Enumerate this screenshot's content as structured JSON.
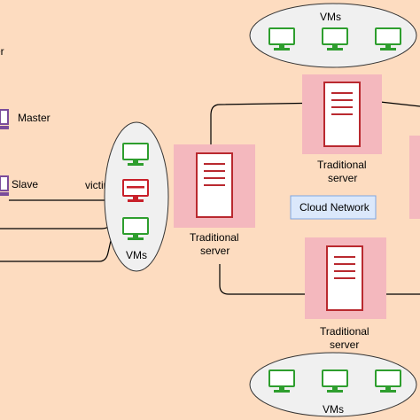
{
  "labels": {
    "left_partial": "er",
    "master": "Master",
    "slave": "Slave",
    "victim": "victim",
    "vms_left": "VMs",
    "vms_top": "VMs",
    "vms_bottom": "VMs",
    "cloud_network": "Cloud Network",
    "server_center_line1": "Traditional",
    "server_center_line2": "server",
    "server_top_line1": "Traditional",
    "server_top_line2": "server",
    "server_bottom_line1": "Traditional",
    "server_bottom_line2": "server"
  },
  "colors": {
    "background": "#fddcc0",
    "server_highlight": "#f4b8be",
    "server_stroke": "#b9292f",
    "vm_green": "#2e9e2e",
    "vm_red": "#c8202a",
    "host_purple": "#7a4c9b",
    "ellipse_fill": "#f0f0f0",
    "cloud_box_fill": "#dbe8fb",
    "cloud_box_stroke": "#7ea6e0"
  },
  "icons": {
    "server": "server-rack-icon",
    "vm": "monitor-icon",
    "host": "desktop-computer-icon"
  }
}
